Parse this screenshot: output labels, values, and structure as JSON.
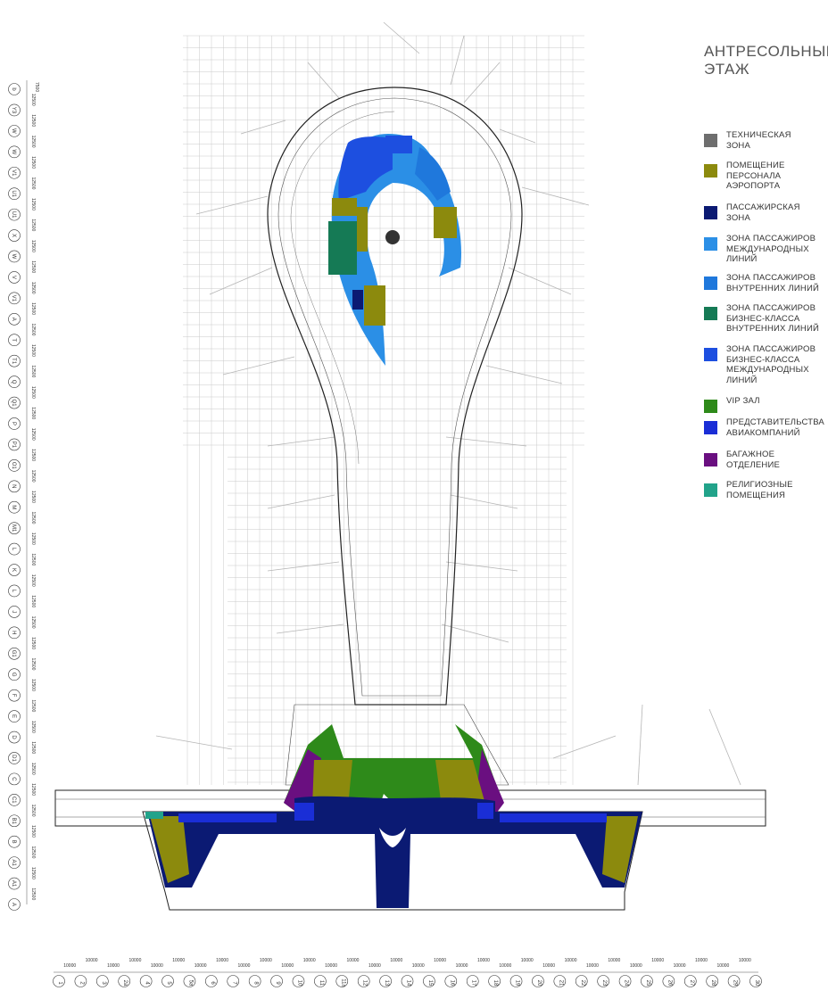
{
  "title_lines": [
    "АНТРЕСОЛЬНЫЙ",
    "ЭТАЖ"
  ],
  "legend": [
    {
      "label": "ТЕХНИЧЕСКАЯ\nЗОНА",
      "color": "#6e6e6e"
    },
    {
      "label": "ПОМЕЩЕНИЕ\nПЕРСОНАЛА\nАЭРОПОРТА",
      "color": "#8c8a0d"
    },
    {
      "label": "ПАССАЖИРСКАЯ\nЗОНА",
      "color": "#0b1a73"
    },
    {
      "label": "ЗОНА ПАССАЖИРОВ\nМЕЖДУНАРОДНЫХ\nЛИНИЙ",
      "color": "#2b8fe6"
    },
    {
      "label": "ЗОНА ПАССАЖИРОВ\nВНУТРЕННИХ ЛИНИЙ",
      "color": "#1f78dc"
    },
    {
      "label": "ЗОНА ПАССАЖИРОВ\nБИЗНЕС-КЛАССА\nВНУТРЕННИХ ЛИНИЙ",
      "color": "#157a55"
    },
    {
      "label": "ЗОНА ПАССАЖИРОВ\nБИЗНЕС-КЛАССА\nМЕЖДУНАРОДНЫХ\nЛИНИЙ",
      "color": "#1d4fe0"
    },
    {
      "label": "VIP ЗАЛ",
      "color": "#2e8a1a"
    },
    {
      "label": "ПРЕДСТАВИТЕЛЬСТВА\nАВИАКОМПАНИЙ",
      "color": "#1a2ed6"
    },
    {
      "label": "БАГАЖНОЕ\nОТДЕЛЕНИЕ",
      "color": "#6a0f80"
    },
    {
      "label": "РЕЛИГИОЗНЫЕ\nПОМЕЩЕНИЯ",
      "color": "#22a38a"
    }
  ],
  "left_axis": {
    "labels": [
      "b",
      "Y3",
      "W",
      "W",
      "V1",
      "U1",
      "U1",
      "X",
      "W",
      "V",
      "V1",
      "A",
      "T",
      "T1",
      "Q",
      "Q1",
      "P",
      "P1",
      "O1",
      "N",
      "M",
      "M1",
      "L",
      "K",
      "L",
      "J",
      "H",
      "G1",
      "G",
      "F",
      "E",
      "D",
      "D1",
      "C",
      "C1",
      "B1",
      "B",
      "A1",
      "A1",
      "A"
    ],
    "spacing_label": "12500",
    "top_label": "7500"
  },
  "bottom_axis": {
    "labels": [
      "1",
      "2",
      "3",
      "2a",
      "4",
      "5",
      "5a",
      "6",
      "7",
      "8",
      "9",
      "10",
      "11",
      "11a",
      "12",
      "13",
      "14",
      "15",
      "16",
      "17",
      "18",
      "19",
      "20",
      "21",
      "22",
      "23",
      "24",
      "25",
      "26",
      "27",
      "28",
      "29",
      "30"
    ],
    "spacing_label": "10000"
  }
}
